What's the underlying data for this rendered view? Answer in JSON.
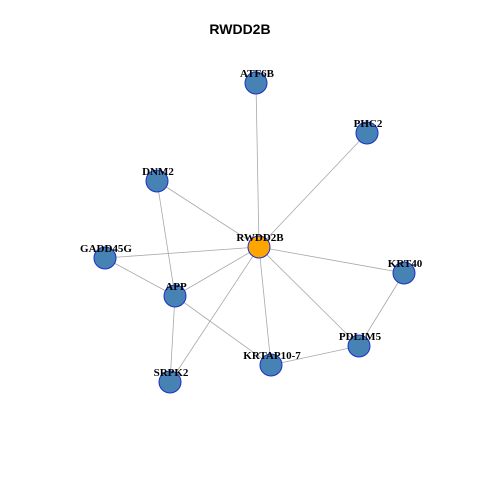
{
  "title": "RWDD2B",
  "colors": {
    "hub_fill": "#FFA500",
    "node_fill": "#4682B4",
    "node_stroke": "#1a2fc8",
    "edge": "#a8a8a8"
  },
  "nodes": [
    {
      "id": "RWDD2B",
      "label": "RWDD2B",
      "hub": true
    },
    {
      "id": "ATF6B",
      "label": "ATF6B",
      "hub": false
    },
    {
      "id": "PHC2",
      "label": "PHC2",
      "hub": false
    },
    {
      "id": "DNM2",
      "label": "DNM2",
      "hub": false
    },
    {
      "id": "GADD45G",
      "label": "GADD45G",
      "hub": false
    },
    {
      "id": "APP",
      "label": "APP",
      "hub": false
    },
    {
      "id": "KRT40",
      "label": "KRT40",
      "hub": false
    },
    {
      "id": "PDLIM5",
      "label": "PDLIM5",
      "hub": false
    },
    {
      "id": "KRTAP10-7",
      "label": "KRTAP10-7",
      "hub": false
    },
    {
      "id": "SRPK2",
      "label": "SRPK2",
      "hub": false
    }
  ],
  "edges": [
    [
      "RWDD2B",
      "ATF6B"
    ],
    [
      "RWDD2B",
      "PHC2"
    ],
    [
      "RWDD2B",
      "DNM2"
    ],
    [
      "RWDD2B",
      "GADD45G"
    ],
    [
      "RWDD2B",
      "APP"
    ],
    [
      "RWDD2B",
      "KRT40"
    ],
    [
      "RWDD2B",
      "PDLIM5"
    ],
    [
      "RWDD2B",
      "KRTAP10-7"
    ],
    [
      "RWDD2B",
      "SRPK2"
    ],
    [
      "DNM2",
      "APP"
    ],
    [
      "GADD45G",
      "APP"
    ],
    [
      "APP",
      "SRPK2"
    ],
    [
      "APP",
      "KRTAP10-7"
    ],
    [
      "KRT40",
      "PDLIM5"
    ],
    [
      "PDLIM5",
      "KRTAP10-7"
    ]
  ]
}
